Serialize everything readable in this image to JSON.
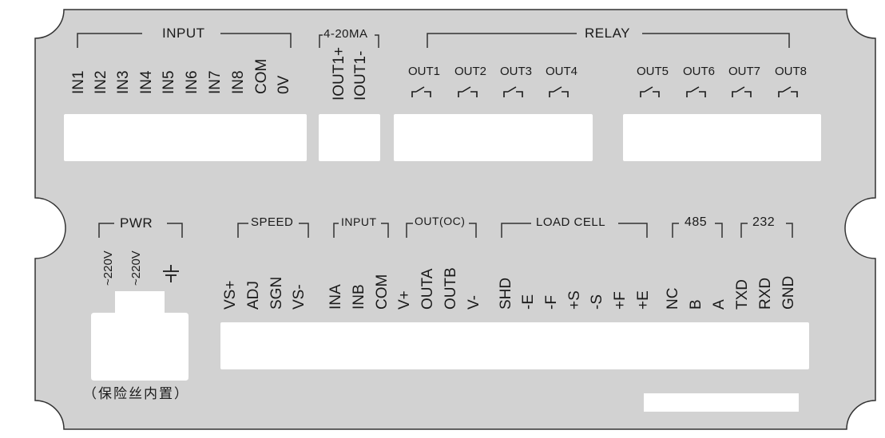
{
  "colors": {
    "plate": "#d2d2d2",
    "stroke": "#333333",
    "text": "#1a1a1a",
    "slot": "#ffffff"
  },
  "top": {
    "input": {
      "title": "INPUT",
      "pins": [
        "IN1",
        "IN2",
        "IN3",
        "IN4",
        "IN5",
        "IN6",
        "IN7",
        "IN8",
        "COM",
        "0V"
      ]
    },
    "analog": {
      "title": "4-20MA",
      "pins": [
        "IOUT1+",
        "IOUT1-"
      ]
    },
    "relay": {
      "title": "RELAY",
      "outputs": [
        "OUT1",
        "OUT2",
        "OUT3",
        "OUT4",
        "OUT5",
        "OUT6",
        "OUT7",
        "OUT8"
      ],
      "contact_icon": "relay-contact-icon"
    }
  },
  "bottom": {
    "pwr": {
      "title": "PWR",
      "pins": [
        "~220V",
        "~220V"
      ],
      "ground_icon": "ground-icon",
      "fuse_note": "（保险丝内置）"
    },
    "speed": {
      "title": "SPEED",
      "pins": [
        "VS+",
        "ADJ",
        "SGN",
        "VS-"
      ]
    },
    "input": {
      "title": "INPUT",
      "pins": [
        "INA",
        "INB",
        "COM"
      ]
    },
    "out_oc": {
      "title": "OUT(OC)",
      "pins": [
        "V+",
        "OUTA",
        "OUTB",
        "V-"
      ]
    },
    "load_cell": {
      "title": "LOAD CELL",
      "pins": [
        "SHD",
        "-E",
        "-F",
        "+S",
        "-S",
        "+F",
        "+E"
      ]
    },
    "rs485": {
      "title": "485",
      "pins": [
        "NC",
        "B",
        "A"
      ]
    },
    "rs232": {
      "title": "232",
      "pins": [
        "TXD",
        "RXD",
        "GND"
      ]
    }
  }
}
